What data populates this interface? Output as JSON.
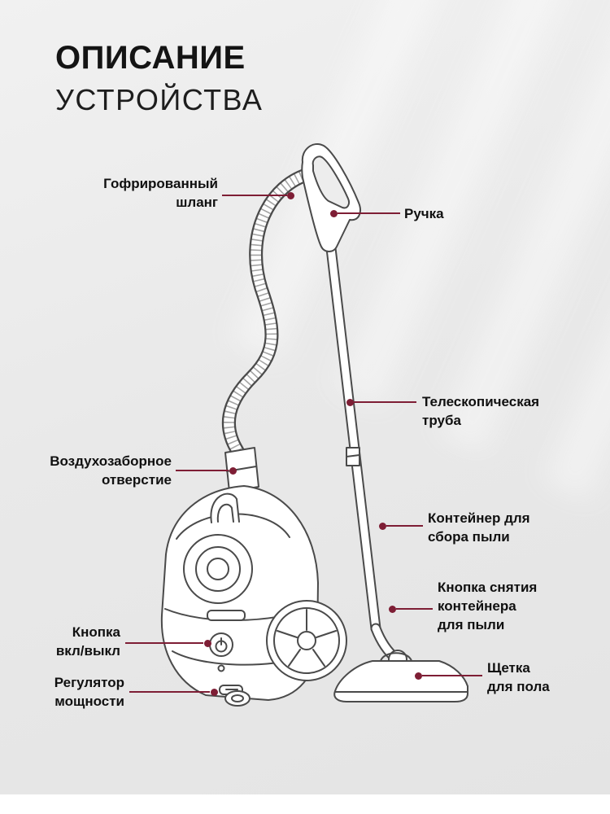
{
  "page": {
    "title_line1": "ОПИСАНИЕ",
    "title_line2": "УСТРОЙСТВА"
  },
  "colors": {
    "accent": "#7e1e35",
    "background": "#e9e9e9",
    "line_art": "#4a4a4a",
    "text": "#101010"
  },
  "labels": {
    "hose": "Гофрированный\nшланг",
    "handle": "Ручка",
    "tube": "Телескопическая\nтруба",
    "air_intake": "Воздухозаборное\nотверстие",
    "container": "Контейнер для\nсбора пыли",
    "container_button": "Кнопка снятия\nконтейнера\nдля пыли",
    "power_button": "Кнопка\nвкл/выкл",
    "power_regulator": "Регулятор\nмощности",
    "floor_brush": "Щетка\nдля пола"
  }
}
